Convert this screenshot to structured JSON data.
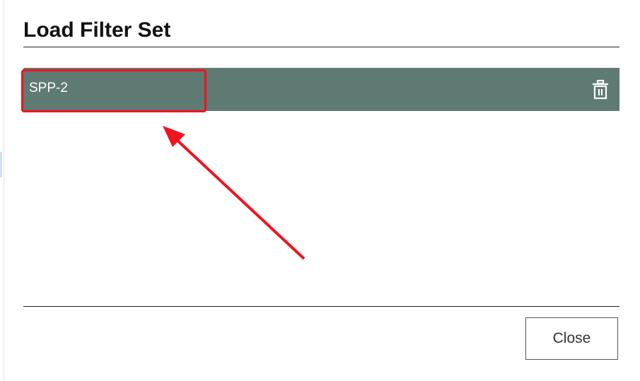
{
  "dialog": {
    "title": "Load Filter Set",
    "items": [
      {
        "label": "SPP-2",
        "icon": "trash-icon"
      }
    ],
    "close_label": "Close"
  },
  "annotation": {
    "color": "#f0141e"
  }
}
